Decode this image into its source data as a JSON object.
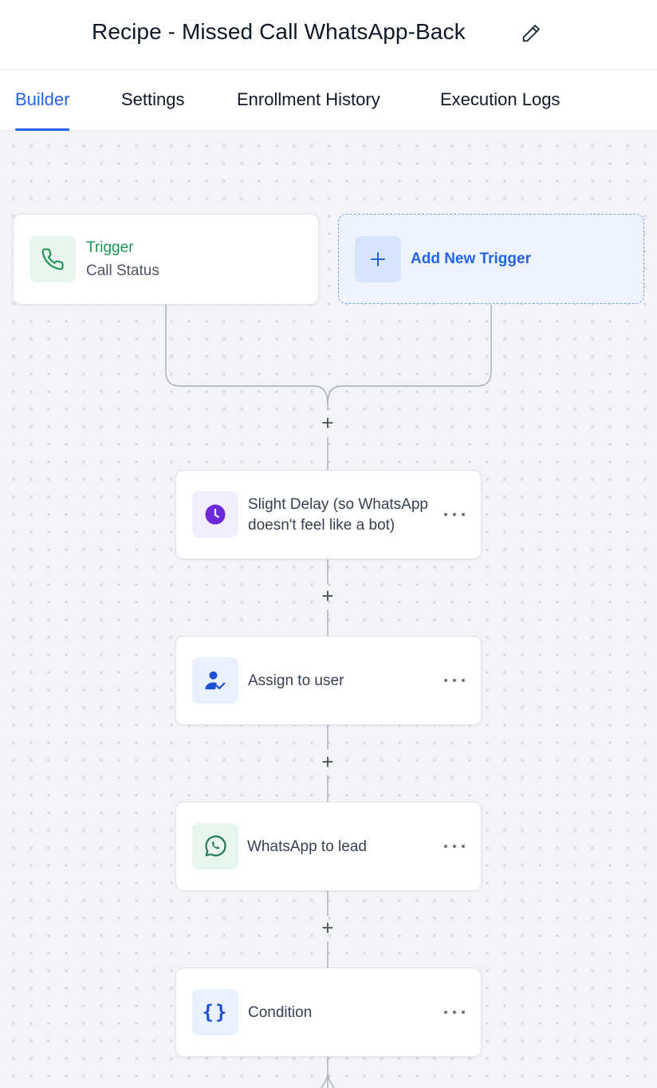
{
  "header": {
    "title": "Recipe - Missed Call WhatsApp-Back"
  },
  "tabs": [
    {
      "label": "Builder",
      "active": true
    },
    {
      "label": "Settings",
      "active": false
    },
    {
      "label": "Enrollment History",
      "active": false
    },
    {
      "label": "Execution Logs",
      "active": false
    }
  ],
  "trigger": {
    "title": "Trigger",
    "subtitle": "Call Status",
    "icon": "phone-icon"
  },
  "add_trigger": {
    "label": "Add New Trigger",
    "icon": "plus-icon"
  },
  "add_step_symbol": "+",
  "steps": [
    {
      "label_line1": "Slight Delay (so WhatsApp",
      "label_line2": "doesn't feel like a bot)",
      "icon": "clock-icon",
      "icon_color": "#6d28d9",
      "icon_bg": "#f3eefe"
    },
    {
      "label": "Assign to user",
      "icon": "user-check-icon",
      "icon_color": "#1d4ed8",
      "icon_bg": "#eaf1fe"
    },
    {
      "label": "WhatsApp to lead",
      "icon": "whatsapp-icon",
      "icon_color": "#1f7a4d",
      "icon_bg": "#e8f6ee"
    },
    {
      "label": "Condition",
      "icon": "braces-icon",
      "icon_color": "#1d4ed8",
      "icon_bg": "#eaf1fe"
    }
  ],
  "colors": {
    "accent": "#2563eb",
    "trigger_green": "#1f9254",
    "canvas_bg": "#f3f4f7"
  }
}
